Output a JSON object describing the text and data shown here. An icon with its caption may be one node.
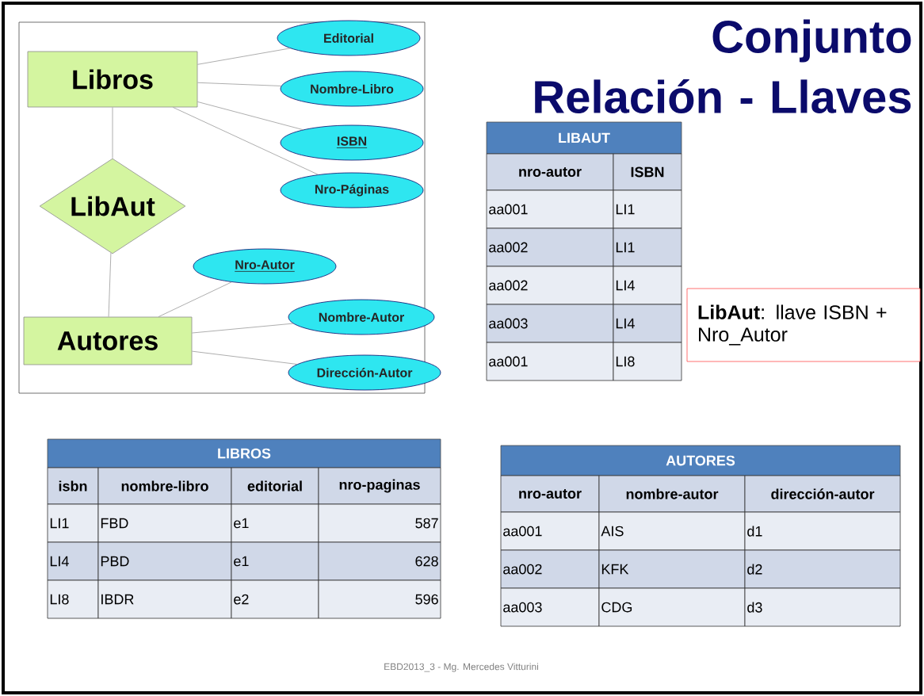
{
  "diagram": {
    "title": "Conjunto Relación - Llaves",
    "nodes": [
      {
        "text": [
          "Libros"
        ]
      },
      {
        "text": [
          "Editorial"
        ]
      },
      {
        "text": [
          "Nombre-Libro"
        ]
      },
      {
        "text": [
          "ISBN"
        ]
      },
      {
        "text": [
          "Nro-Páginas"
        ]
      },
      {
        "text": [
          "LibAut"
        ]
      },
      {
        "text": [
          "Nro-Autor"
        ]
      },
      {
        "text": [
          "Autores"
        ]
      },
      {
        "text": [
          "Nombre-Autor"
        ]
      },
      {
        "text": [
          "Dirección-Autor"
        ]
      },
      {
        "text": [
          "**LibAut**: llave ISBN + Nro_Autor"
        ]
      }
    ],
    "edges": [
      {
        "from": 0,
        "to": 1,
        "arrow": "none"
      },
      {
        "from": 0,
        "to": 2,
        "arrow": "none"
      },
      {
        "from": 0,
        "to": 3,
        "arrow": "none"
      },
      {
        "from": 0,
        "to": 4,
        "arrow": "none"
      },
      {
        "from": 0,
        "to": 5,
        "arrow": "none"
      },
      {
        "from": 5,
        "to": 7,
        "arrow": "none"
      },
      {
        "from": 7,
        "to": 6,
        "arrow": "none"
      },
      {
        "from": 7,
        "to": 8,
        "arrow": "none"
      },
      {
        "from": 7,
        "to": 9,
        "arrow": "none"
      }
    ],
    "labels": [
      "LIBAUT",
      "nro-autor",
      "ISBN",
      "aa001",
      "LI1",
      "aa002",
      "LI1",
      "aa002",
      "LI4",
      "aa003",
      "LI4",
      "aa001",
      "LI8",
      "LIBROS",
      "isbn",
      "nombre-libro",
      "editorial",
      "nro-paginas",
      "LI1",
      "FBD",
      "e1",
      "587",
      "LI4",
      "PBD",
      "e1",
      "628",
      "LI8",
      "IBDR",
      "e2",
      "596",
      "AUTORES",
      "nro-autor",
      "nombre-autor",
      "dirección-autor",
      "aa001",
      "AIS",
      "d1",
      "aa002",
      "KFK",
      "d2",
      "aa003",
      "CDG",
      "d3",
      "EBD2013_3 - Mg. Mercedes Vitturini"
    ]
  }
}
